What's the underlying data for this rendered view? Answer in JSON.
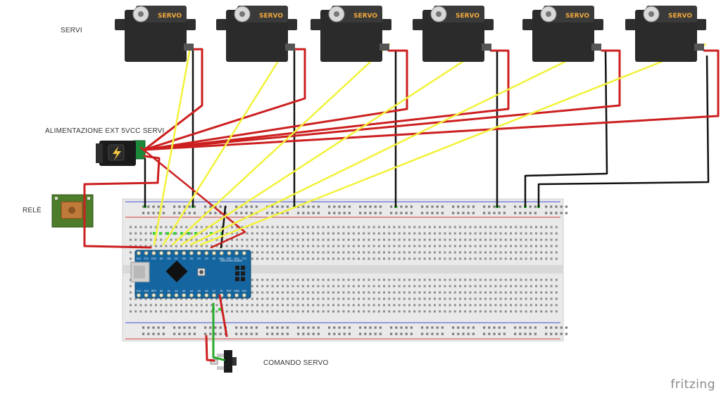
{
  "labels": {
    "servos_group": "SERVI",
    "ext_power": "ALIMENTAZIONE EXT 5VCC SERVI",
    "relay": "RELÈ",
    "servo_command": "COMANDO SERVO"
  },
  "servo_label": "SERVO",
  "servo_count": 6,
  "brand": "fritzing",
  "arduino": {
    "top_pins": [
      "D12",
      "D11",
      "D10",
      "D9",
      "D8",
      "D7",
      "D6",
      "D5",
      "D4",
      "D3",
      "D2",
      "GND",
      "RST",
      "RX0",
      "TX1"
    ],
    "bottom_pins": [
      "D13",
      "3V3",
      "REF",
      "A0",
      "A1",
      "A2",
      "A3",
      "A4",
      "A5",
      "A6",
      "A7",
      "5V",
      "RST",
      "GND",
      "VIN"
    ],
    "chip_text": "ARDUINO NANO"
  },
  "colors": {
    "signal_wire": "#f2f23a",
    "power_wire": "#cc1f1f",
    "ground_wire": "#111111",
    "switch_wire": "#2aaa2a",
    "arduino_board": "#1565a0",
    "breadboard": "#e9e9e9",
    "servo_body": "#2b2b2b",
    "servo_label": "#f2a93b"
  }
}
